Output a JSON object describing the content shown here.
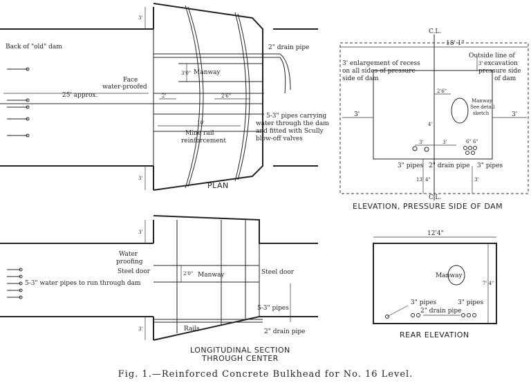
{
  "caption": "Fig. 1.—Reinforced Concrete Bulkhead for No. 16 Level.",
  "plan": {
    "title": "PLAN",
    "labels": {
      "back_of_old_dam": "Back of \"old\" dam",
      "drain_pipe": "2\" drain pipe",
      "manway": "Manway",
      "face": "Face",
      "water_proofed": "water-proofed",
      "approx": "25' approx.",
      "pipes_1": "5-3\" pipes carrying",
      "pipes_2": "water through the dam",
      "pipes_3": "and fitted with Scully",
      "pipes_4": "blow-off valves",
      "mine_rail": "Mine rail",
      "reinforcement": "reinforcement",
      "dim_top": "3'",
      "dim_bottom": "3'",
      "dim_2": "2'",
      "dim_26": "2'6\"",
      "dim_10": "10'",
      "dim_manway": "3'0\""
    }
  },
  "elevation": {
    "title": "ELEVATION, PRESSURE SIDE OF DAM",
    "labels": {
      "cl_top": "C.L.",
      "cl_bottom": "C.L.",
      "width": "18' 1\"",
      "enlarge_1": "3' enlargement of recess",
      "enlarge_2": "on all sides of pressure",
      "enlarge_3": "side of dam",
      "outside_1": "Outside line of",
      "outside_2": "excavation",
      "outside_3": "pressure side",
      "outside_4": "of dam",
      "manway_1": "Manway",
      "manway_2": "See detail",
      "manway_3": "sketch",
      "dim_3_left": "3'",
      "dim_3_right": "3'",
      "dim_3_top": "3'",
      "dim_26": "2'6\"",
      "dim_4": "4'",
      "dim_3a": "3'",
      "dim_3b": "3'",
      "dim_6a": "6\"",
      "dim_6b": "6\"",
      "dim_13": "13' 4\"",
      "dim_3c": "3'",
      "pipes_left": "3\" pipes",
      "drain": "2\" drain pipe",
      "pipes_right": "3\" pipes"
    }
  },
  "section": {
    "title_1": "LONGITUDINAL SECTION",
    "title_2": "THROUGH CENTER",
    "labels": {
      "water": "Water",
      "proofing": "proofing",
      "steel_door_left": "Steel door",
      "steel_door_right": "Steel door",
      "manway": "Manway",
      "dim_manway": "2'0\"",
      "water_pipes": "5-3\" water pipes to run through dam",
      "pipes": "5-3\" pipes",
      "rails": "Rails",
      "drain": "2\" drain pipe",
      "dim_top": "3'",
      "dim_bottom": "3'"
    }
  },
  "rear": {
    "title": "REAR ELEVATION",
    "labels": {
      "width": "12'4\"",
      "height": "7' 4\"",
      "manway": "Manway",
      "pipes_left": "3\" pipes",
      "pipes_right": "3\" pipes",
      "drain": "2\" drain pipe"
    }
  }
}
